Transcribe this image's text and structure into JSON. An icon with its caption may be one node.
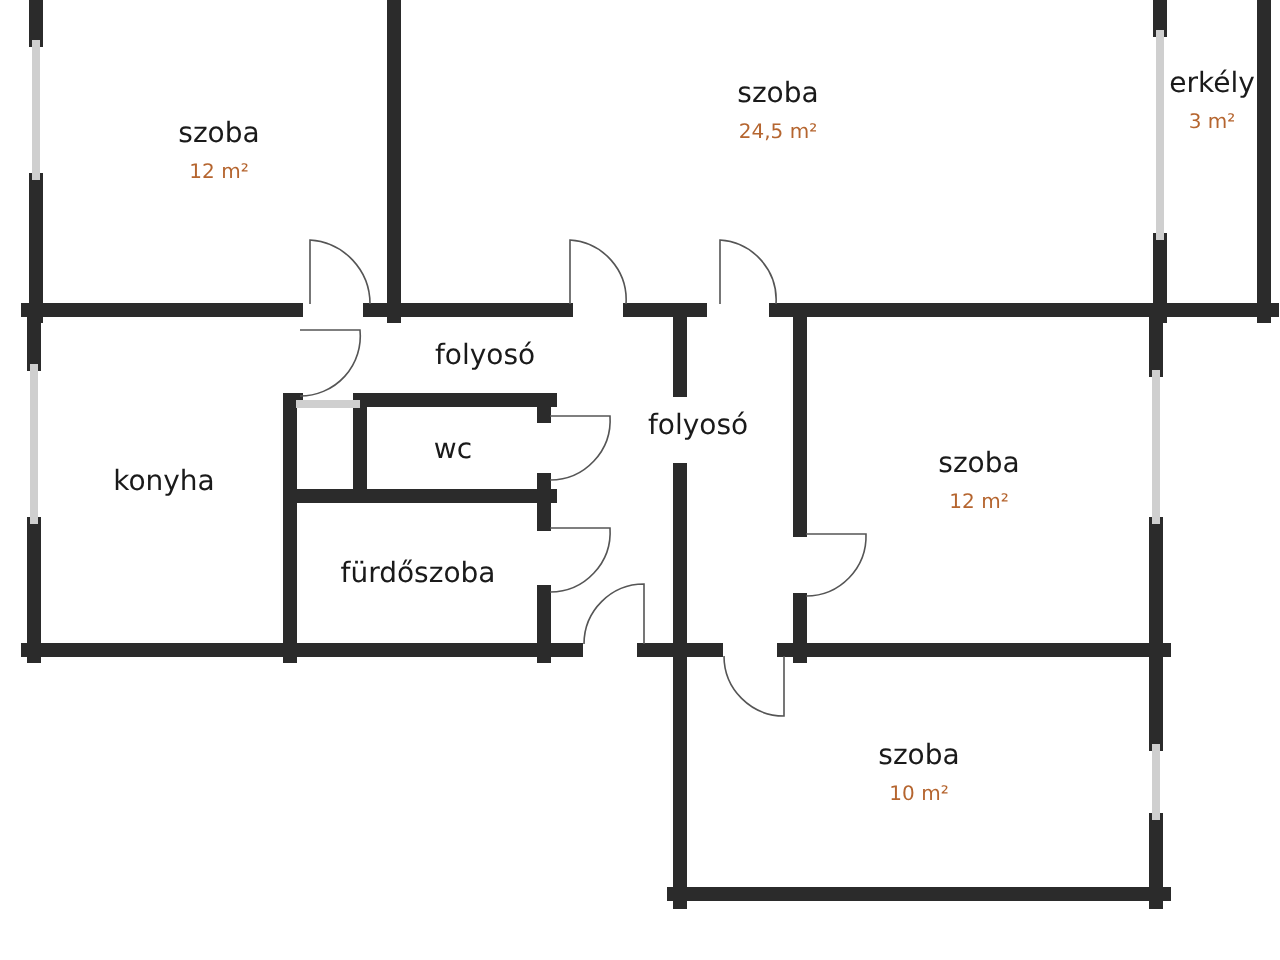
{
  "diagram": {
    "nodes": [
      {
        "text": [
          "szoba",
          "12 m²"
        ]
      },
      {
        "text": [
          "szoba",
          "24,5 m²"
        ]
      },
      {
        "text": [
          "erkély",
          "3 m²"
        ]
      },
      {
        "text": [
          "folyosó"
        ]
      },
      {
        "text": [
          "konyha"
        ]
      },
      {
        "text": [
          "wc"
        ]
      },
      {
        "text": [
          "folyosó"
        ]
      },
      {
        "text": [
          "szoba",
          "12 m²"
        ]
      },
      {
        "text": [
          "fürdőszoba"
        ]
      },
      {
        "text": [
          "szoba",
          "10 m²"
        ]
      }
    ]
  }
}
